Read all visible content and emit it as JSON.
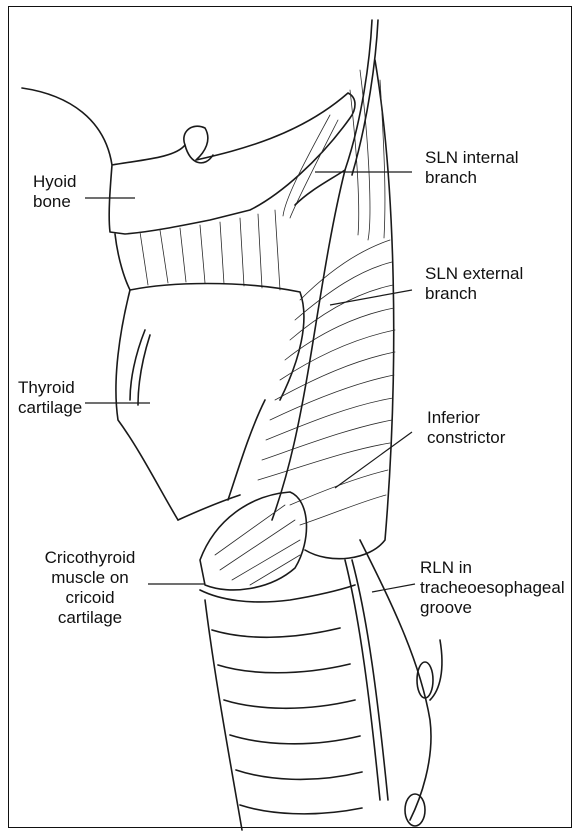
{
  "labels": {
    "hyoid": "Hyoid\nbone",
    "sln_internal": "SLN internal\nbranch",
    "sln_external": "SLN external\nbranch",
    "thyroid": "Thyroid\ncartilage",
    "inferior_constrictor": "Inferior\nconstrictor",
    "cricothyroid": "Cricothyroid\nmuscle on\ncricoid\ncartilage",
    "rln": "RLN in\ntracheoesophageal\ngroove"
  }
}
